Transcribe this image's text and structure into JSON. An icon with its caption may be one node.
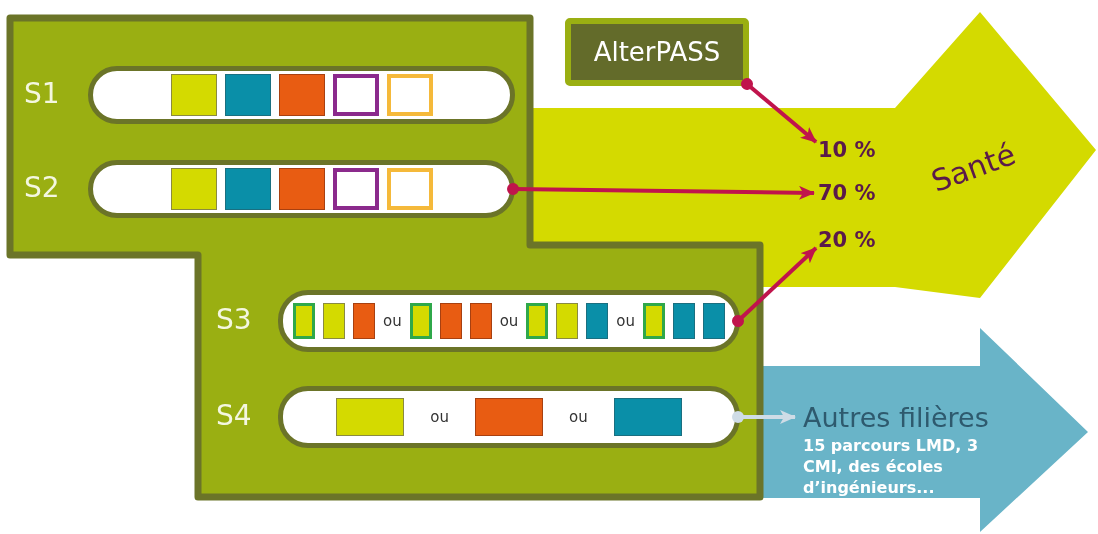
{
  "diagram": {
    "nodes": [
      {
        "text": [
          "S1"
        ]
      },
      {
        "text": [
          "S2"
        ]
      },
      {
        "text": [
          "S3",
          "ou",
          "ou",
          "ou"
        ]
      },
      {
        "text": [
          "S4",
          "ou",
          "ou"
        ]
      },
      {
        "text": [
          "AlterPASS"
        ]
      },
      {
        "text": [
          "Santé"
        ]
      },
      {
        "text": [
          "10 %"
        ],
        "in": 5
      },
      {
        "text": [
          "70 %"
        ],
        "in": 5
      },
      {
        "text": [
          "20 %"
        ],
        "in": 5
      },
      {
        "text": [
          "Autres filières",
          "15 parcours LMD, 3 CMI, des écoles d’ingénieurs..."
        ]
      }
    ],
    "edges": [
      {
        "from": 4,
        "to": 6,
        "arrow": "to"
      },
      {
        "from": 1,
        "to": 7,
        "arrow": "to"
      },
      {
        "from": 2,
        "to": 8,
        "arrow": "to"
      },
      {
        "from": 3,
        "to": 9,
        "arrow": "to",
        "color": "#cfdce6"
      }
    ]
  }
}
